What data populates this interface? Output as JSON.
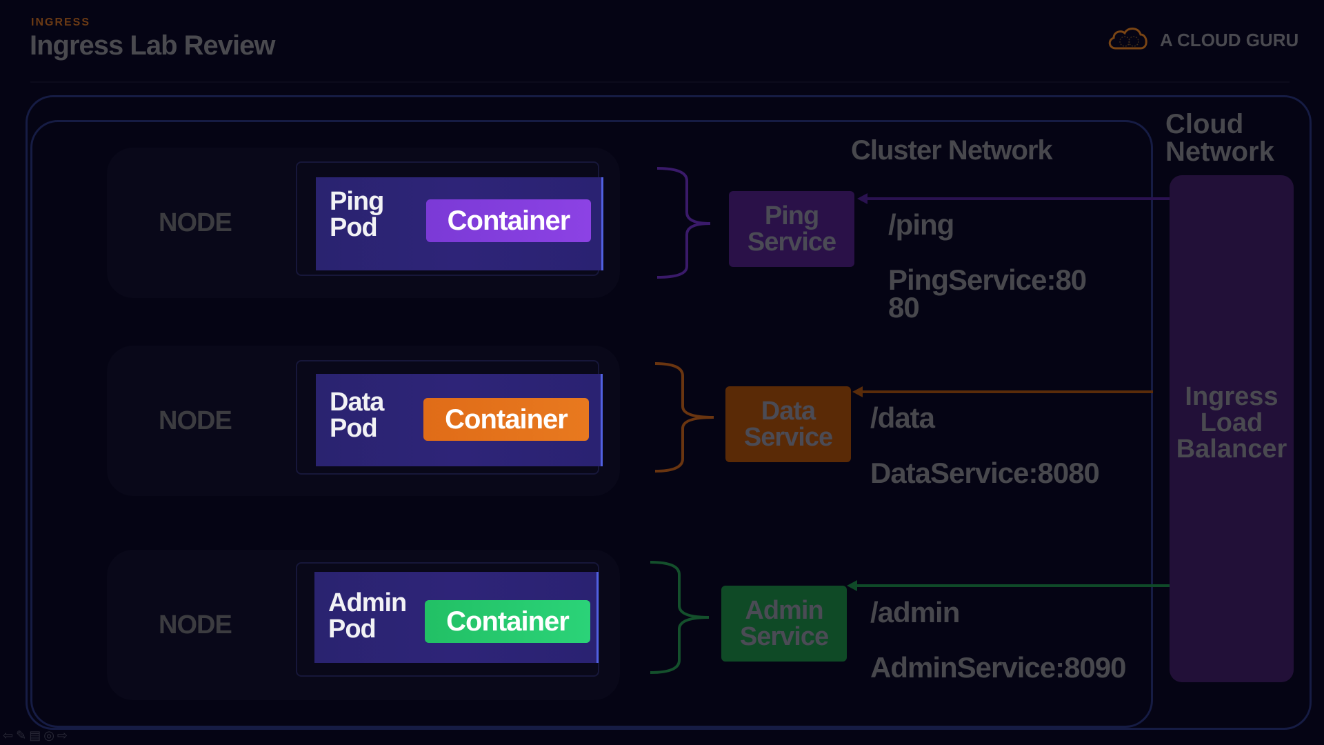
{
  "header": {
    "kicker": "INGRESS",
    "title": "Ingress Lab Review",
    "brand": "A CLOUD GURU",
    "brand_icon": "cloud-icon"
  },
  "labels": {
    "cluster_network": "Cluster Network",
    "cloud_network_line1": "Cloud",
    "cloud_network_line2": "Network"
  },
  "rows": [
    {
      "node": "NODE",
      "pod_line1": "Ping",
      "pod_line2": "Pod",
      "container": "Container",
      "service_line1": "Ping",
      "service_line2": "Service",
      "path": "/ping",
      "backend_line1": "PingService:80",
      "backend_line2": "80",
      "color": "#8b3fe0"
    },
    {
      "node": "NODE",
      "pod_line1": "Data",
      "pod_line2": "Pod",
      "container": "Container",
      "service_line1": "Data",
      "service_line2": "Service",
      "path": "/data",
      "backend_line1": "DataService:8080",
      "backend_line2": "",
      "color": "#e8771f"
    },
    {
      "node": "NODE",
      "pod_line1": "Admin",
      "pod_line2": "Pod",
      "container": "Container",
      "service_line1": "Admin",
      "service_line2": "Service",
      "path": "/admin",
      "backend_line1": "AdminService:8090",
      "backend_line2": "",
      "color": "#27c96a"
    }
  ],
  "load_balancer": {
    "line1": "Ingress",
    "line2": "Load",
    "line3": "Balancer"
  },
  "colors": {
    "background": "#050414",
    "frame": "#161c44",
    "pod": "#2b2373",
    "ping": "#8b3fe0",
    "data": "#e8771f",
    "admin": "#27c96a",
    "ping_service": "#2a1148",
    "data_service": "#5a2a06",
    "admin_service": "#0f4a26",
    "load_balancer": "#221038"
  },
  "toolbar": [
    "prev-icon",
    "pen-icon",
    "menu-icon",
    "target-icon",
    "next-icon"
  ]
}
